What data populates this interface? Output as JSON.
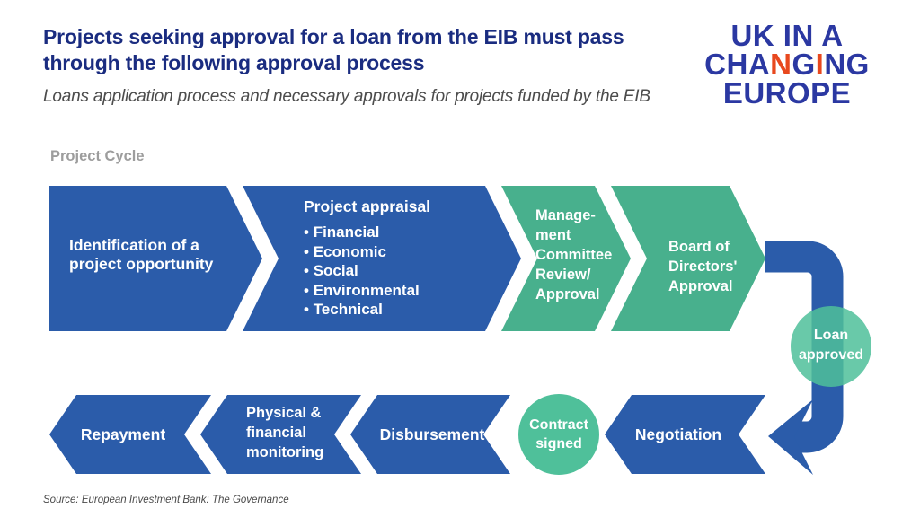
{
  "page": {
    "title": "Projects seeking approval for a loan from the EIB must pass\nthrough the following approval process",
    "subtitle": "Loans application process and necessary approvals for projects funded by the EIB",
    "source": "Source: European Investment Bank: The Governance"
  },
  "logo": {
    "line1": "UK IN A",
    "line2_parts": {
      "a": "CHA",
      "b": "N",
      "c": "G",
      "d": "I",
      "e": "NG"
    },
    "line3": "EUROPE"
  },
  "diagram": {
    "label": "Project Cycle",
    "steps": {
      "identification": "Identification of a\nproject opportunity",
      "appraisal_title": "Project appraisal",
      "appraisal_items": [
        "Financial",
        "Economic",
        "Social",
        "Environmental",
        "Technical"
      ],
      "management": "Manage-\nment\nCommittee\nReview/\nApproval",
      "board": "Board of\nDirectors'\nApproval",
      "loan_approved": "Loan\napproved",
      "negotiation": "Negotiation",
      "contract_signed": "Contract\nsigned",
      "disbursement": "Disbursement",
      "monitoring": "Physical &\nfinancial\nmonitoring",
      "repayment": "Repayment"
    }
  },
  "colors": {
    "chevron_blue": "#2b5caa",
    "chevron_green": "#48b08d",
    "circle_green": "#4fc09a",
    "title_navy": "#1a2c80",
    "logo_blue": "#2b38a2",
    "logo_red": "#e8481e",
    "gray_label": "#9d9d9d"
  }
}
